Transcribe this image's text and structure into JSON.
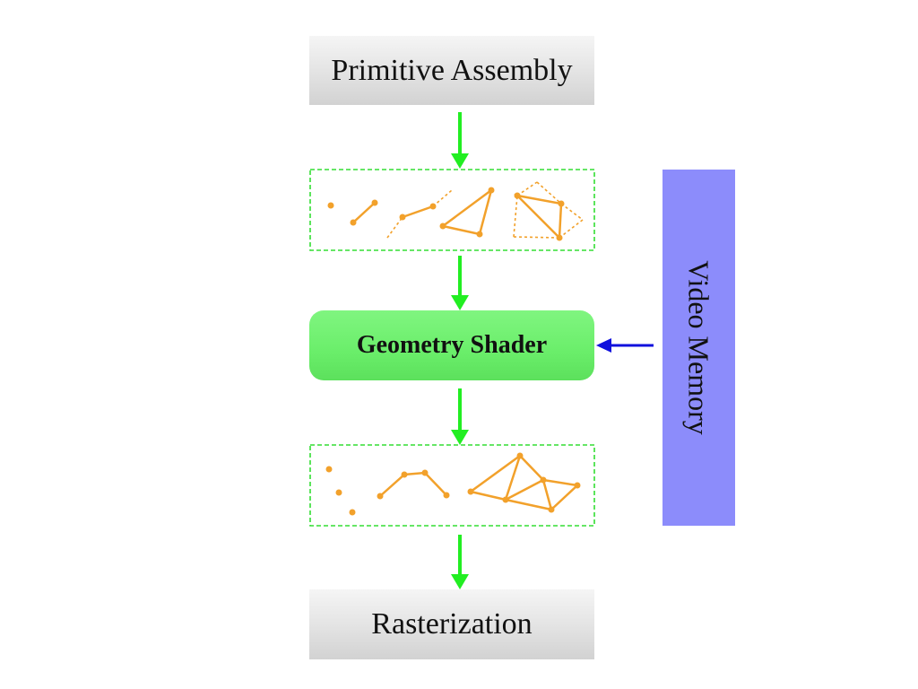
{
  "diagram": {
    "stages": {
      "primitive_assembly": "Primitive Assembly",
      "geometry_shader": "Geometry Shader",
      "rasterization": "Rasterization"
    },
    "memory": {
      "label": "Video Memory"
    },
    "colors": {
      "flow_arrow": "#22ee22",
      "memory_arrow": "#1010dd",
      "primitive_stroke": "#f2a12b",
      "dashed_frame": "#33dd33",
      "memory_fill": "#8c8cfb",
      "shader_fill": "#6aee6a"
    }
  }
}
